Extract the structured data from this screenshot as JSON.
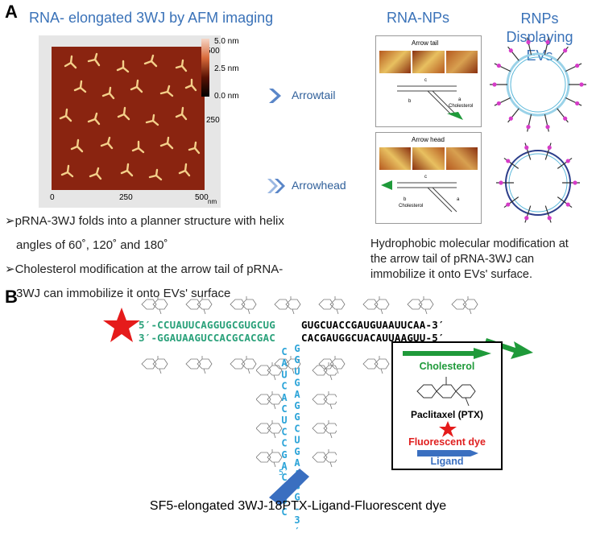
{
  "panelA": {
    "letter": "A",
    "afm_title": "RNA- elongated 3WJ by AFM imaging",
    "rna_nps_title": "RNA-NPs",
    "rnps_title_line1": "RNPs Displaying",
    "rnps_title_line2": "EVs",
    "scale_labels": [
      "5.0 nm",
      "2.5 nm",
      "0.0 nm"
    ],
    "axis_ticks_bottom": [
      "0",
      "250",
      "500"
    ],
    "axis_ticks_right": [
      "500",
      "250"
    ],
    "axis_unit": "nm",
    "arrowtail_label": "Arrowtail",
    "arrowhead_label": "Arrowhead",
    "inset_arrow_tail": "Arrow tail",
    "inset_arrow_head": "Arrow head",
    "inset_cholesterol": "Cholesterol",
    "inset_c": "c",
    "inset_b": "b",
    "inset_a": "a",
    "bullet1_line1": "➢pRNA-3WJ folds into a planner structure with helix",
    "bullet1_line2": "angles of 60˚, 120˚ and 180˚",
    "bullet2_line1": "➢Cholesterol modification at the arrow tail of pRNA-",
    "bullet2_line2": "3WJ can immobilize it onto EVs' surface",
    "right_text_line1": "Hydrophobic molecular modification at",
    "right_text_line2": "the arrow tail of pRNA-3WJ can",
    "right_text_line3": "immobilize it onto EVs' surface."
  },
  "panelB": {
    "letter": "B",
    "seq_left_top": "5′-CCUAUUCAGGUGCGUGCUG",
    "seq_left_bottom": "3′-GGAUAAGUCCACGCACGAC",
    "seq_right_top": "GUGCUACCGAUGUAAUUCAA-3′",
    "seq_right_bottom": "CACGAUGGCUACAUUAAGUU-5′",
    "seq_vert_left": "CAUCACUCCGACUUC",
    "seq_vert_right": "GGUGAGGCUGAAGG-3′",
    "seq_vert_left_end": "5′",
    "legend_cholesterol": "Cholesterol",
    "legend_ptx": "Paclitaxel (PTX)",
    "legend_dye": "Fluorescent dye",
    "legend_ligand": "Ligand",
    "caption": "SF5-elongated 3WJ-18PTX-Ligand-Fluorescent dye"
  },
  "colors": {
    "title_blue": "#3a72b8",
    "green": "#2aa17a",
    "red": "#e02020",
    "cyan": "#2aa3d8",
    "arrow_green": "#1f9a3a",
    "ligand_blue": "#3a6fc0"
  }
}
